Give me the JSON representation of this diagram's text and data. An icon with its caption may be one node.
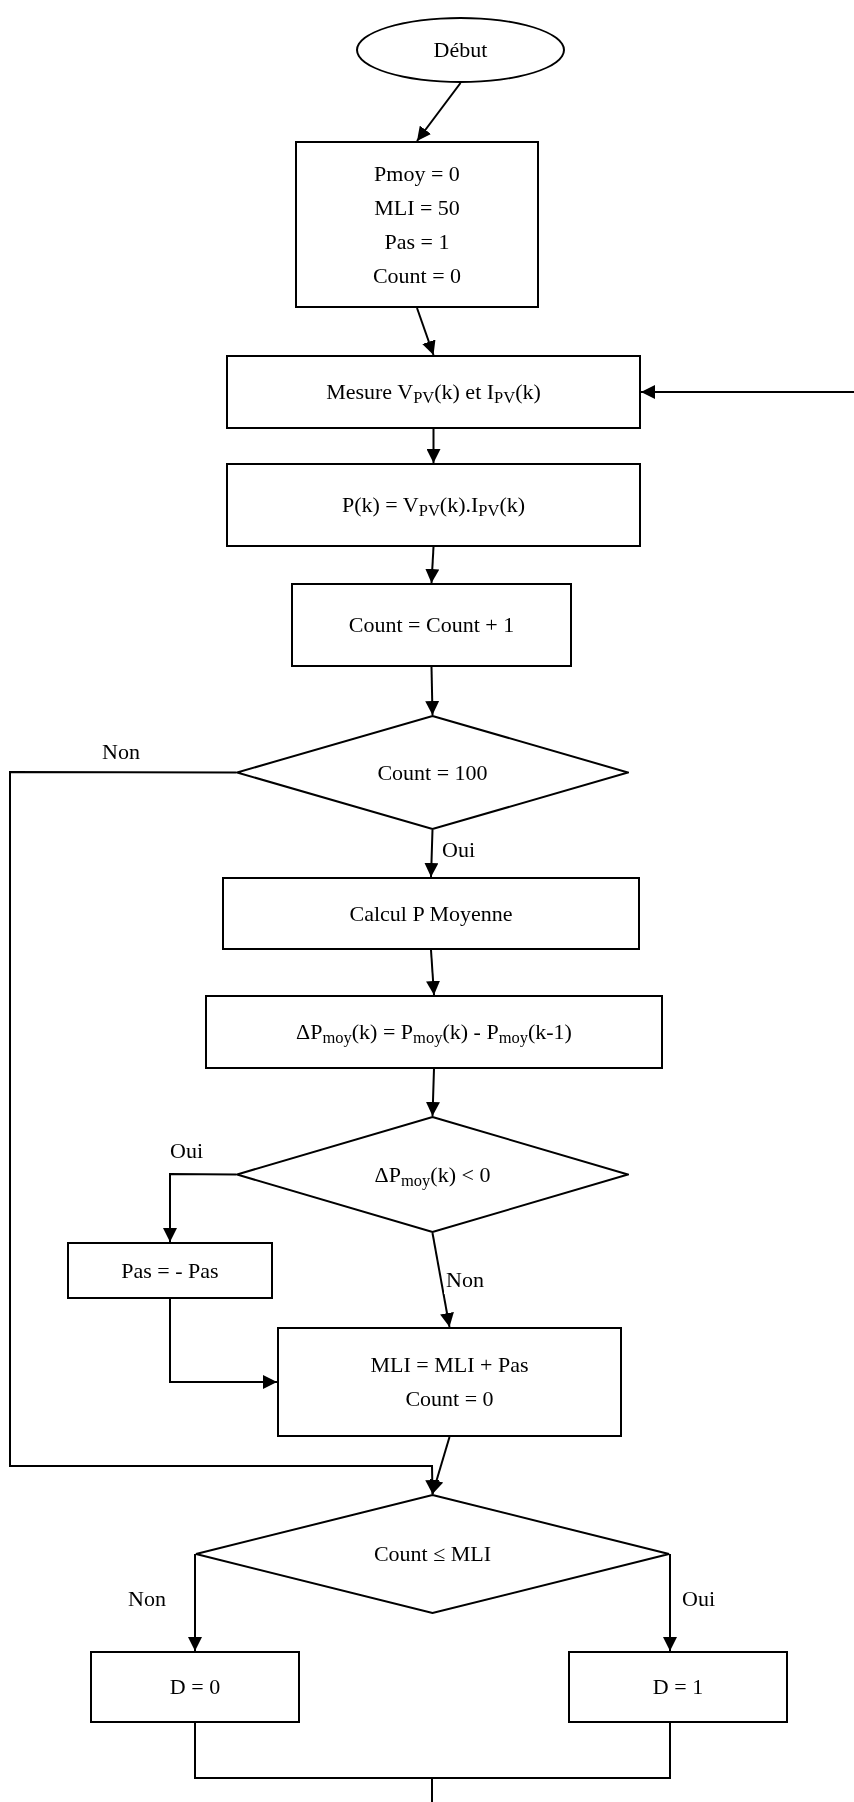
{
  "diagram": {
    "nodes": [
      {
        "text": [
          "Début"
        ]
      },
      {
        "text": [
          "Pmoy = 0",
          "MLI = 50",
          "Pas = 1",
          "Count = 0"
        ]
      },
      {
        "text": [
          "Mesure V$_{PV}$(k) et I$_{PV}$(k)"
        ]
      },
      {
        "text": [
          "P(k) = V$_{PV}$(k).I$_{PV}$(k)"
        ]
      },
      {
        "text": [
          "Count = Count + 1"
        ]
      },
      {
        "text": [
          "Count = 100"
        ]
      },
      {
        "text": [
          "Calcul P Moyenne"
        ]
      },
      {
        "text": [
          "ΔP$_{moy}$(k) = P$_{moy}$(k) - P$_{moy}$(k-1)"
        ]
      },
      {
        "text": [
          "ΔP$_{moy}$(k) < 0"
        ]
      },
      {
        "text": [
          "Pas = - Pas"
        ]
      },
      {
        "text": [
          "MLI = MLI + Pas",
          "Count = 0"
        ]
      },
      {
        "text": [
          "Count ≤ MLI"
        ]
      },
      {
        "text": [
          "D = 0"
        ]
      },
      {
        "text": [
          "D = 1"
        ]
      }
    ],
    "edges": [
      {
        "from": 0,
        "to": 1,
        "arrow": "to"
      },
      {
        "from": 1,
        "to": 2,
        "arrow": "to"
      },
      {
        "from": 2,
        "to": 3,
        "arrow": "to"
      },
      {
        "from": 3,
        "to": 4,
        "arrow": "to"
      },
      {
        "from": 4,
        "to": 5,
        "arrow": "to"
      },
      {
        "from": 5,
        "to": 6,
        "arrow": "to",
        "label": "Oui"
      },
      {
        "from": 6,
        "to": 7,
        "arrow": "to"
      },
      {
        "from": 7,
        "to": 8,
        "arrow": "to"
      },
      {
        "from": 8,
        "to": 9,
        "arrow": "to",
        "label": "Oui"
      },
      {
        "from": 8,
        "to": 10,
        "arrow": "to",
        "label": "Non"
      },
      {
        "from": 9,
        "to": 10,
        "arrow": "to"
      },
      {
        "from": 10,
        "to": 11,
        "arrow": "to"
      },
      {
        "from": 5,
        "to": 11,
        "arrow": "to",
        "label": "Non"
      },
      {
        "from": 11,
        "to": 12,
        "arrow": "to",
        "label": "Non"
      },
      {
        "from": 11,
        "to": 13,
        "arrow": "to",
        "label": "Oui"
      },
      {
        "from": 12,
        "to": null,
        "arrow": "none"
      },
      {
        "from": 13,
        "to": null,
        "arrow": "none"
      },
      {
        "from": null,
        "to": 2,
        "arrow": "to"
      }
    ]
  }
}
